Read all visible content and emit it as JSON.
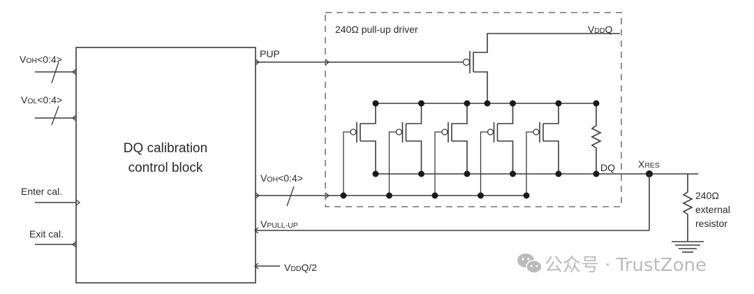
{
  "diagram": {
    "control_block": {
      "line1": "DQ calibration",
      "line2": "control block"
    },
    "inputs": {
      "voh": {
        "v": "V",
        "sub": "OH",
        "rest": "<0:4>"
      },
      "vol": {
        "v": "V",
        "sub": "OL",
        "rest": "<0:4>"
      },
      "enter_cal": "Enter cal.",
      "exit_cal": "Exit cal."
    },
    "outputs": {
      "pup": "PUP",
      "voh_bus": {
        "v": "V",
        "sub": "OH",
        "rest": "<0:4>"
      },
      "vpullup": {
        "v": "V",
        "sub": "PULL-UP"
      },
      "vddq_half": {
        "v": "V",
        "sub": "DD",
        "rest": "Q/2"
      }
    },
    "driver": {
      "title": "240Ω pull-up driver",
      "vddq": {
        "v": "V",
        "sub": "DD",
        "rest": "Q"
      },
      "dq": "DQ",
      "transistor_count": 5
    },
    "external": {
      "node": {
        "v": "X",
        "sub": "RES"
      },
      "resistor_line1": "240Ω",
      "resistor_line2": "external",
      "resistor_line3": "resistor"
    },
    "watermark": {
      "text": "公众号 · TrustZone",
      "icon": "wechat-icon"
    }
  }
}
